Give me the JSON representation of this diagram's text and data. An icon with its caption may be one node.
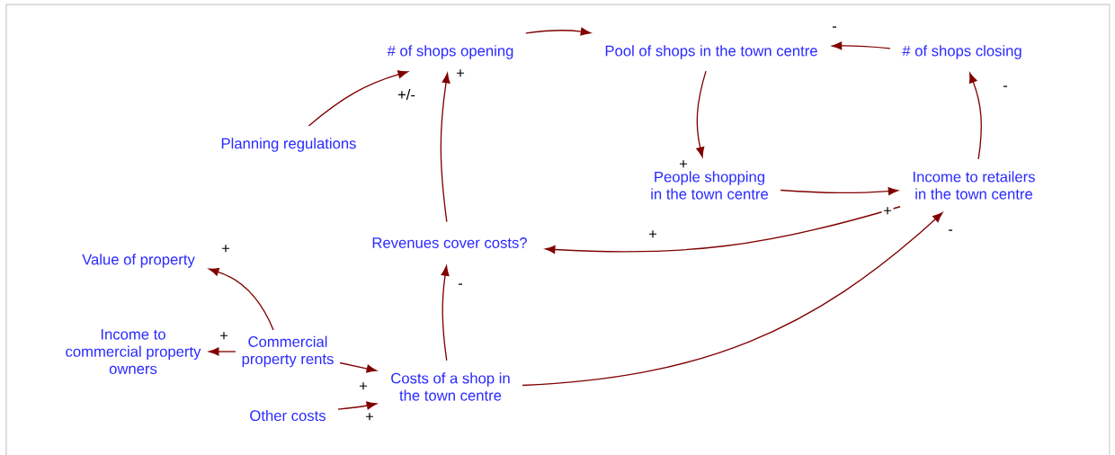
{
  "diagram": {
    "nodes": [
      {
        "text": [
          "# of shops opening"
        ]
      },
      {
        "text": [
          "Pool of shops in the town centre"
        ]
      },
      {
        "text": [
          "# of shops closing"
        ]
      },
      {
        "text": [
          "Planning regulations"
        ]
      },
      {
        "text": [
          "People shopping in the town centre"
        ]
      },
      {
        "text": [
          "Income to retailers in the town centre"
        ]
      },
      {
        "text": [
          "Revenues cover costs?"
        ]
      },
      {
        "text": [
          "Value of property"
        ]
      },
      {
        "text": [
          "Income to commercial property owners"
        ]
      },
      {
        "text": [
          "Commercial property rents"
        ]
      },
      {
        "text": [
          "Costs of a shop in the town centre"
        ]
      },
      {
        "text": [
          "Other costs"
        ]
      }
    ],
    "edges": [
      {
        "from": 0,
        "to": 1,
        "arrow": "to"
      },
      {
        "from": 2,
        "to": 1,
        "arrow": "to",
        "label": "-"
      },
      {
        "from": 1,
        "to": 4,
        "arrow": "to",
        "label": "+"
      },
      {
        "from": 4,
        "to": 5,
        "arrow": "to",
        "label": "+"
      },
      {
        "from": 5,
        "to": 2,
        "arrow": "to",
        "label": "-"
      },
      {
        "from": 5,
        "to": 6,
        "arrow": "to",
        "label": "+"
      },
      {
        "from": 10,
        "to": 5,
        "arrow": "to",
        "label": "-"
      },
      {
        "from": 6,
        "to": 0,
        "arrow": "to",
        "label": "+"
      },
      {
        "from": 3,
        "to": 0,
        "arrow": "to",
        "label": "+/-"
      },
      {
        "from": 10,
        "to": 6,
        "arrow": "to",
        "label": "-"
      },
      {
        "from": 9,
        "to": 7,
        "arrow": "to",
        "label": "+"
      },
      {
        "from": 9,
        "to": 8,
        "arrow": "to",
        "label": "+"
      },
      {
        "from": 9,
        "to": 10,
        "arrow": "to",
        "label": "+"
      },
      {
        "from": 11,
        "to": 10,
        "arrow": "to",
        "label": "+"
      }
    ]
  }
}
